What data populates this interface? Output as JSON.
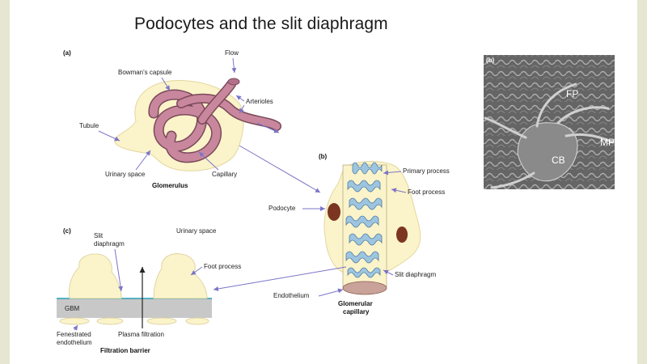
{
  "slide": {
    "title": "Podocytes and the slit diaphragm"
  },
  "panel_a": {
    "tag": "(a)",
    "labels": {
      "flow": "Flow",
      "bowmans_capsule": "Bowman's capsule",
      "arterioles": "Arterioles",
      "tubule": "Tubule",
      "urinary_space": "Urinary space",
      "capillary": "Capillary",
      "glomerulus": "Glomerulus"
    }
  },
  "panel_b": {
    "tag": "(b)",
    "labels": {
      "primary_process": "Primary process",
      "foot_process": "Foot process",
      "podocyte": "Podocyte",
      "slit_diaphragm": "Slit diaphragm",
      "endothelium": "Endothelium",
      "glomerular_capillary_1": "Glomerular",
      "glomerular_capillary_2": "capillary"
    }
  },
  "panel_c": {
    "tag": "(c)",
    "labels": {
      "slit_1": "Slit",
      "slit_2": "diaphragm",
      "urinary_space": "Urinary space",
      "foot_process": "Foot process",
      "gbm": "GBM",
      "fenestrated_1": "Fenestrated",
      "fenestrated_2": "endothelium",
      "plasma_filtration": "Plasma filtration",
      "filtration_barrier": "Filtration barrier"
    }
  },
  "micrograph": {
    "tag": "(b)",
    "labels": {
      "fp": "FP",
      "cb": "CB",
      "mp": "MP"
    }
  },
  "colors": {
    "capsule": "#fbf3c9",
    "capillary_pink": "#c9879e",
    "capillary_outline": "#7a4a5a",
    "arrow_purple": "#7b74c8",
    "process_blue": "#9ec5e0",
    "nucleus": "#7b3520",
    "gbm_grey": "#c8c8c8",
    "slit_teal": "#2aa0b8"
  }
}
